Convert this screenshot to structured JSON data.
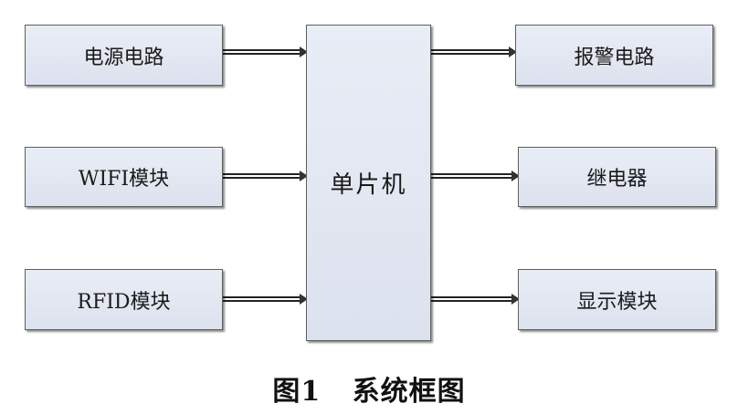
{
  "mcu": {
    "label": "单片机"
  },
  "left_modules": [
    {
      "label": "电源电路"
    },
    {
      "label": "WIFI模块"
    },
    {
      "label": "RFID模块"
    }
  ],
  "right_modules": [
    {
      "label": "报警电路"
    },
    {
      "label": "继电器"
    },
    {
      "label": "显示模块"
    }
  ],
  "caption": {
    "figure": "图1",
    "title": "系统框图"
  }
}
